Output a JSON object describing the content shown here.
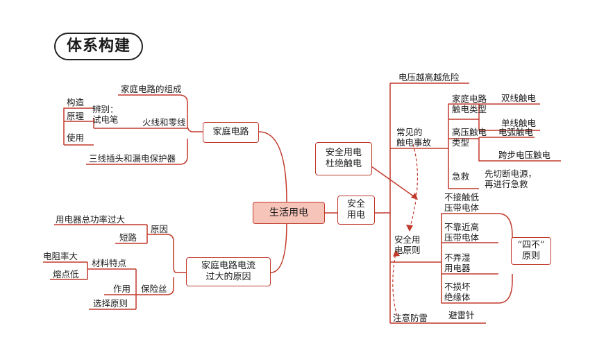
{
  "title": "体系构建",
  "center": "生活用电",
  "household": {
    "label": "家庭电路",
    "composition": "家庭电路的组成",
    "fire_zero": "火线和零线",
    "identify": "辨别：\n试电笔",
    "structure": "构造",
    "principle": "原理",
    "usage": "使用",
    "socket": "三线插头和漏电保护器"
  },
  "overcurrent": {
    "label": "家庭电路电流\n过大的原因",
    "cause": "原因",
    "overload": "用电器总功率过大",
    "short": "短路",
    "fuse": "保险丝",
    "material": "材料特点",
    "high_resistivity": "电阻率大",
    "low_melting": "熔点低",
    "function": "作用",
    "choose": "选择原则"
  },
  "safety": {
    "label": "安全\n用电",
    "avoid_box": "安全用电\n杜绝触电",
    "voltage_danger": "电压越高越危险",
    "accidents": "常见的\n触电事故",
    "household_types": "家庭电路\n触电类型",
    "double_wire": "双线触电",
    "single_wire": "单线触电",
    "hv_types": "高压触电\n类型",
    "arc": "电弧触电",
    "step": "跨步电压触电",
    "first_aid": "急救",
    "first_aid_steps": "先切断电源，\n再进行急救",
    "principles": "安全用\n电原则",
    "rule1": "不接触低\n压带电体",
    "rule2": "不靠近高\n压带电体",
    "rule3": "不弄湿\n用电器",
    "rule4": "不损坏\n绝缘体",
    "four_nots": "“四不”\n原则",
    "lightning": "注意防雷",
    "rod": "避雷针"
  }
}
